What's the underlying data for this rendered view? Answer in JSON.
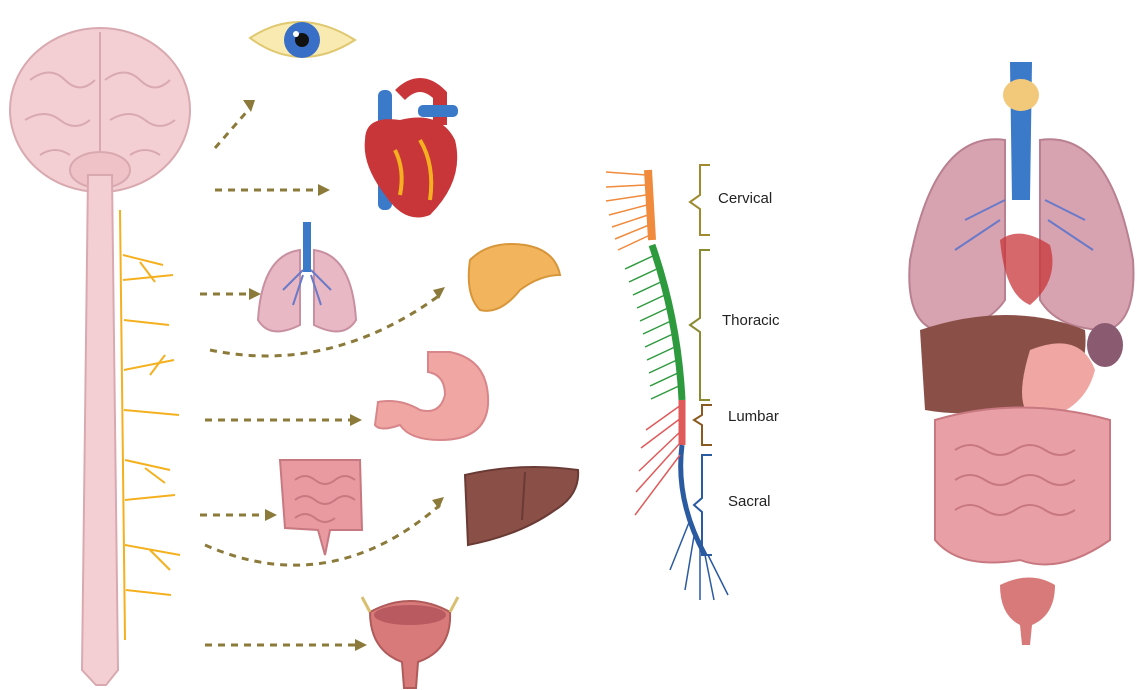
{
  "spinal_regions": [
    {
      "label": "Cervical",
      "color": "#f08a3c",
      "bracket_color": "#a08a30"
    },
    {
      "label": "Thoracic",
      "color": "#2e9a3e",
      "bracket_color": "#8a8a30"
    },
    {
      "label": "Lumbar",
      "color": "#e05a5a",
      "bracket_color": "#8a5a20"
    },
    {
      "label": "Sacral",
      "color": "#2a5aa0",
      "bracket_color": "#2a5aa0"
    }
  ],
  "colors": {
    "brain": "#f3cfd3",
    "nerve": "#f4b01e",
    "arrow": "#8b7a3a",
    "organ_pink": "#e8a3a6",
    "liver": "#8a5048",
    "stomach": "#f0a6a2",
    "pancreas": "#f2b45c",
    "heart_red": "#c8363a",
    "vessel_blue": "#3a7ac8"
  },
  "icons": [
    "brain-icon",
    "eye-icon",
    "heart-icon",
    "lungs-icon",
    "pancreas-icon",
    "stomach-icon",
    "intestines-icon",
    "liver-icon",
    "bladder-icon",
    "spinal-cord-icon",
    "torso-organs-icon"
  ]
}
